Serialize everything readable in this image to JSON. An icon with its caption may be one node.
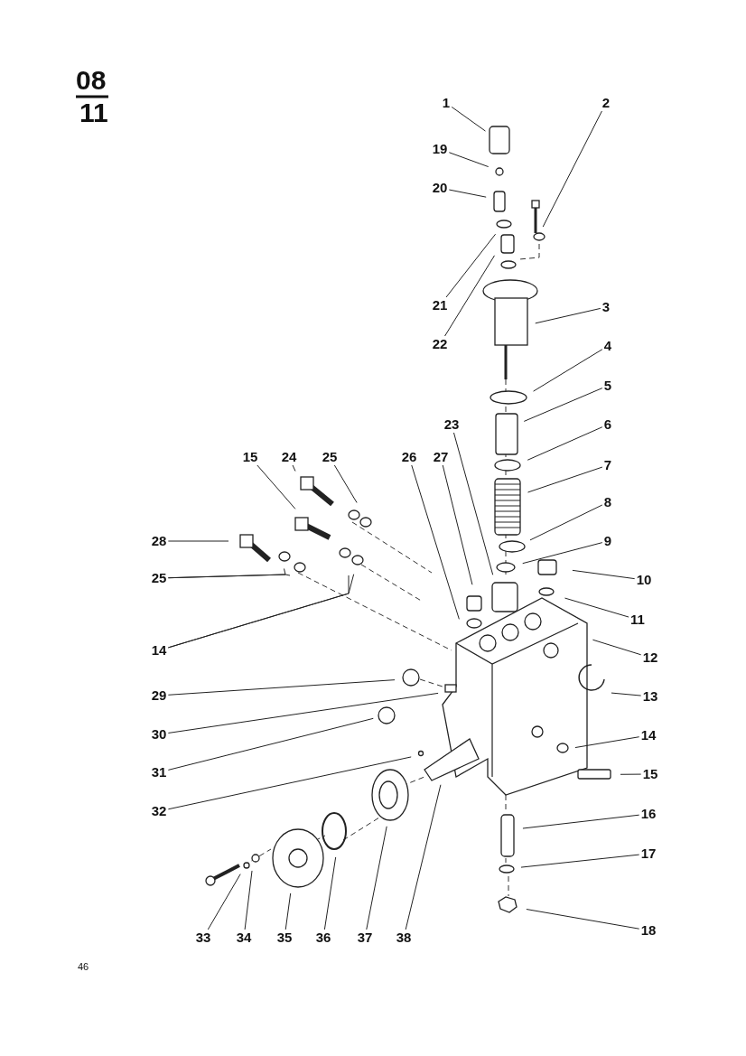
{
  "diagram": {
    "nodes": [
      {
        "text": [
          "1"
        ]
      },
      {
        "text": [
          "2"
        ]
      },
      {
        "text": [
          "19"
        ]
      },
      {
        "text": [
          "20"
        ]
      },
      {
        "text": [
          "21"
        ]
      },
      {
        "text": [
          "3"
        ]
      },
      {
        "text": [
          "22"
        ]
      },
      {
        "text": [
          "4"
        ]
      },
      {
        "text": [
          "5"
        ]
      },
      {
        "text": [
          "23"
        ]
      },
      {
        "text": [
          "6"
        ]
      },
      {
        "text": [
          "15"
        ]
      },
      {
        "text": [
          "24"
        ]
      },
      {
        "text": [
          "25"
        ]
      },
      {
        "text": [
          "26"
        ]
      },
      {
        "text": [
          "27"
        ]
      },
      {
        "text": [
          "7"
        ]
      },
      {
        "text": [
          "8"
        ]
      },
      {
        "text": [
          "28"
        ]
      },
      {
        "text": [
          "9"
        ]
      },
      {
        "text": [
          "10"
        ]
      },
      {
        "text": [
          "25"
        ]
      },
      {
        "text": [
          "11"
        ]
      },
      {
        "text": [
          "14"
        ]
      },
      {
        "text": [
          "12"
        ]
      },
      {
        "text": [
          "29"
        ]
      },
      {
        "text": [
          "13"
        ]
      },
      {
        "text": [
          "30"
        ]
      },
      {
        "text": [
          "14"
        ]
      },
      {
        "text": [
          "31"
        ]
      },
      {
        "text": [
          "15"
        ]
      },
      {
        "text": [
          "32"
        ]
      },
      {
        "text": [
          "16"
        ]
      },
      {
        "text": [
          "17"
        ]
      },
      {
        "text": [
          "18"
        ]
      },
      {
        "text": [
          "33"
        ]
      },
      {
        "text": [
          "34"
        ]
      },
      {
        "text": [
          "35"
        ]
      },
      {
        "text": [
          "36"
        ]
      },
      {
        "text": [
          "37"
        ]
      },
      {
        "text": [
          "38"
        ]
      }
    ],
    "edges": [
      {
        "from": 0,
        "to": null,
        "arrow": "none"
      },
      {
        "from": 1,
        "to": null,
        "arrow": "none"
      },
      {
        "from": 2,
        "to": null,
        "arrow": "none"
      },
      {
        "from": 3,
        "to": null,
        "arrow": "none"
      },
      {
        "from": 4,
        "to": null,
        "arrow": "none"
      },
      {
        "from": 5,
        "to": null,
        "arrow": "none"
      },
      {
        "from": 6,
        "to": null,
        "arrow": "none"
      },
      {
        "from": 7,
        "to": null,
        "arrow": "none"
      },
      {
        "from": 8,
        "to": null,
        "arrow": "none"
      },
      {
        "from": 9,
        "to": null,
        "arrow": "none"
      },
      {
        "from": 10,
        "to": null,
        "arrow": "none"
      },
      {
        "from": 11,
        "to": null,
        "arrow": "none"
      },
      {
        "from": 12,
        "to": null,
        "arrow": "none"
      },
      {
        "from": 13,
        "to": null,
        "arrow": "none"
      },
      {
        "from": 14,
        "to": null,
        "arrow": "none"
      },
      {
        "from": 15,
        "to": null,
        "arrow": "none"
      },
      {
        "from": 16,
        "to": null,
        "arrow": "none"
      },
      {
        "from": 17,
        "to": null,
        "arrow": "none"
      },
      {
        "from": 18,
        "to": null,
        "arrow": "none"
      },
      {
        "from": 19,
        "to": null,
        "arrow": "none"
      },
      {
        "from": 20,
        "to": null,
        "arrow": "none"
      },
      {
        "from": 21,
        "to": null,
        "arrow": "none"
      },
      {
        "from": 21,
        "to": null,
        "arrow": "none"
      },
      {
        "from": 22,
        "to": null,
        "arrow": "none"
      },
      {
        "from": 23,
        "to": null,
        "arrow": "none"
      },
      {
        "from": 23,
        "to": null,
        "arrow": "none"
      },
      {
        "from": 24,
        "to": null,
        "arrow": "none"
      },
      {
        "from": 25,
        "to": null,
        "arrow": "none"
      },
      {
        "from": 26,
        "to": null,
        "arrow": "none"
      },
      {
        "from": 27,
        "to": null,
        "arrow": "none"
      },
      {
        "from": 28,
        "to": null,
        "arrow": "none"
      },
      {
        "from": 29,
        "to": null,
        "arrow": "none"
      },
      {
        "from": 30,
        "to": null,
        "arrow": "none"
      },
      {
        "from": 31,
        "to": null,
        "arrow": "none"
      },
      {
        "from": 32,
        "to": null,
        "arrow": "none"
      },
      {
        "from": 33,
        "to": null,
        "arrow": "none"
      },
      {
        "from": 34,
        "to": null,
        "arrow": "none"
      },
      {
        "from": 35,
        "to": null,
        "arrow": "none"
      },
      {
        "from": 36,
        "to": null,
        "arrow": "none"
      },
      {
        "from": 37,
        "to": null,
        "arrow": "none"
      },
      {
        "from": 38,
        "to": null,
        "arrow": "none"
      },
      {
        "from": 39,
        "to": null,
        "arrow": "none"
      },
      {
        "from": 40,
        "to": null,
        "arrow": "none"
      }
    ],
    "labels": [
      "08",
      "11",
      "46"
    ]
  }
}
